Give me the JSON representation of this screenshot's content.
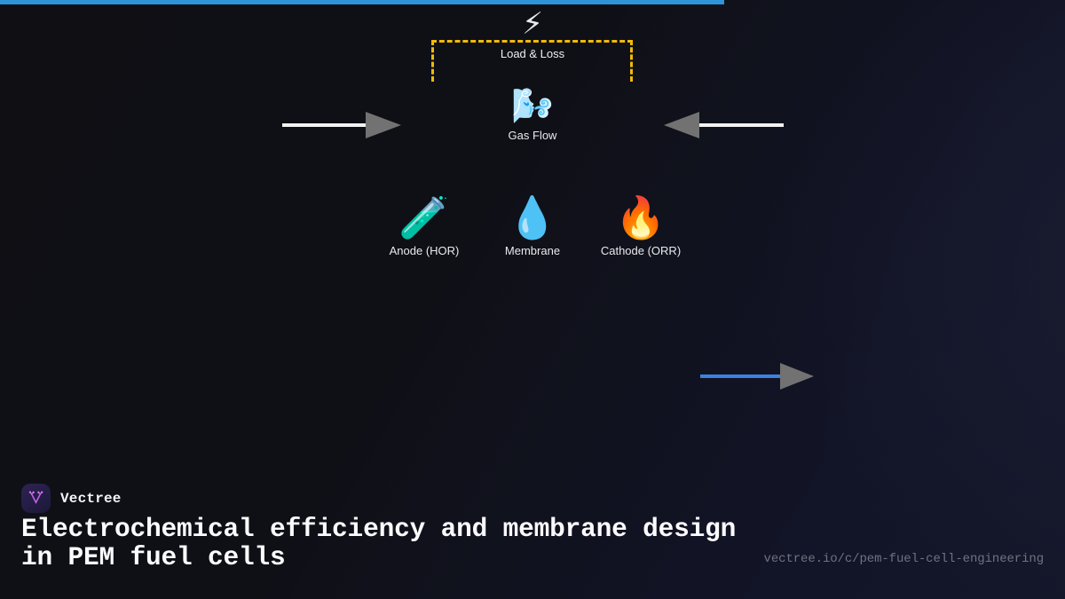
{
  "progress": {
    "percent": 68,
    "color": "#2d95d8"
  },
  "diagram": {
    "load_box": {
      "label": "Load & Loss",
      "border_color": "#f0b90b"
    },
    "nodes": [
      {
        "id": "bolt",
        "icon": "lightning-bolt-icon",
        "glyph": "⚡",
        "label": ""
      },
      {
        "id": "gasflow",
        "icon": "wind-face-icon",
        "glyph": "🌬️",
        "label": "Gas Flow"
      },
      {
        "id": "anode",
        "icon": "test-tube-icon",
        "glyph": "🧪",
        "label": "Anode (HOR)"
      },
      {
        "id": "membrane",
        "icon": "water-droplet-icon",
        "glyph": "💧",
        "label": "Membrane"
      },
      {
        "id": "cathode",
        "icon": "fire-icon",
        "glyph": "🔥",
        "label": "Cathode (ORR)"
      }
    ],
    "arrows": [
      {
        "id": "inlet",
        "direction": "right",
        "shaft_color": "#f2f2f2",
        "head_color": "#727272"
      },
      {
        "id": "outlet",
        "direction": "left",
        "shaft_color": "#f2f2f2",
        "head_color": "#727272"
      },
      {
        "id": "product",
        "direction": "right",
        "shaft_color": "#3b82e0",
        "head_color": "#727272"
      }
    ]
  },
  "brand": {
    "name": "Vectree",
    "logo_icon": "vectree-logo-icon",
    "logo_accent": "#d36ef0"
  },
  "headline": "Electrochemical efficiency and membrane design in PEM fuel cells",
  "footer": {
    "url": "vectree.io/c/pem-fuel-cell-engineering"
  }
}
